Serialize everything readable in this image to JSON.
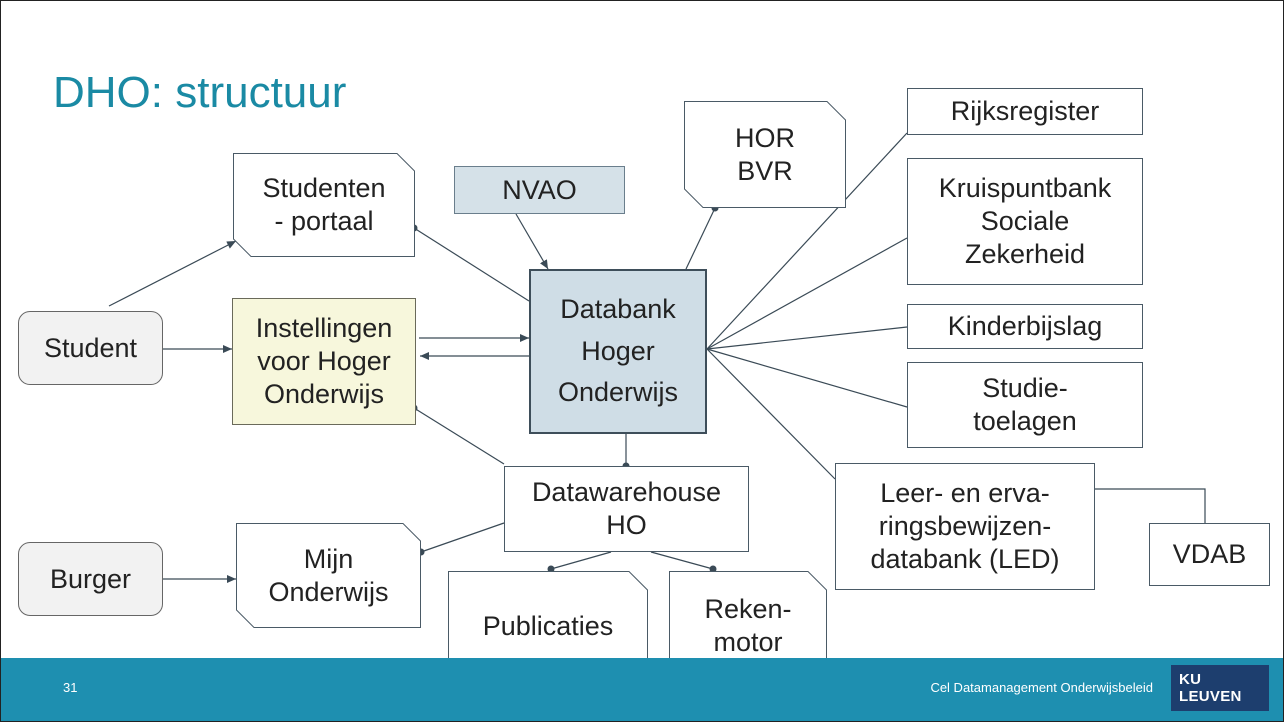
{
  "title": "DHO: structuur",
  "nodes": {
    "student": "Student",
    "burger": "Burger",
    "studentenportaal": [
      "Studenten",
      "- portaal"
    ],
    "nvao": "NVAO",
    "hor_bvr": [
      "HOR",
      "BVR"
    ],
    "instellingen": [
      "Instellingen",
      "voor Hoger",
      "Onderwijs"
    ],
    "databank": [
      "Databank",
      "Hoger",
      "Onderwijs"
    ],
    "datawarehouse": [
      "Datawarehouse",
      "HO"
    ],
    "mijn_onderwijs": [
      "Mijn",
      "Onderwijs"
    ],
    "publicaties": "Publicaties",
    "rekenmotor": [
      "Reken-",
      "motor"
    ],
    "rijksregister": "Rijksregister",
    "kruispuntbank": [
      "Kruispuntbank",
      "Sociale",
      "Zekerheid"
    ],
    "kinderbijslag": "Kinderbijslag",
    "studietoelagen": [
      "Studie-",
      "toelagen"
    ],
    "led": [
      "Leer- en erva-",
      "ringsbewijzen-",
      "databank (LED)"
    ],
    "vdab": "VDAB"
  },
  "colors": {
    "title": "#1a8aa4",
    "footer": "#1e8fb0",
    "databank_fill": "#cfdde6",
    "nvao_fill": "#d5e1e8",
    "instellingen_fill": "#f7f7dc",
    "logo_bg": "#1d3e6e"
  },
  "footer": {
    "page_number": "31",
    "text": "Cel Datamanagement Onderwijsbeleid",
    "logo": "KU LEUVEN"
  }
}
